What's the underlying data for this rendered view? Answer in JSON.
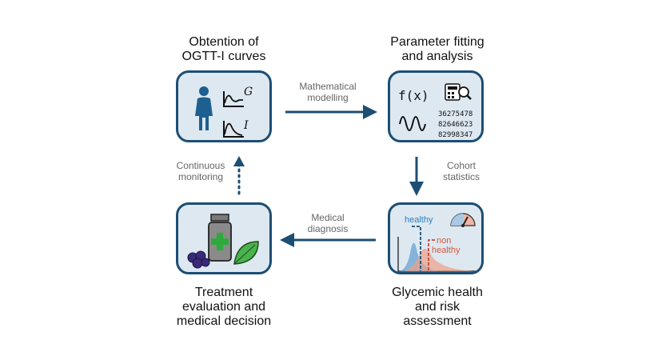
{
  "nodes": {
    "obtention": {
      "title_line1": "Obtention of",
      "title_line2": "OGTT-I curves",
      "chart_label_g": "G",
      "chart_label_i": "I"
    },
    "fitting": {
      "title_line1": "Parameter fitting",
      "title_line2": "and analysis",
      "function_label": "f(x)",
      "numbers": [
        "36275478",
        "82646623",
        "82998347"
      ]
    },
    "glycemic": {
      "title_line1": "Glycemic health",
      "title_line2": "and risk",
      "title_line3": "assessment",
      "healthy_label": "healthy",
      "non_label": "non",
      "healthy2_label": "healthy"
    },
    "treatment": {
      "title_line1": "Treatment",
      "title_line2": "evaluation and",
      "title_line3": "medical decision"
    }
  },
  "edges": {
    "mathematical": {
      "line1": "Mathematical",
      "line2": "modelling"
    },
    "cohort": {
      "line1": "Cohort",
      "line2": "statistics"
    },
    "medical": {
      "line1": "Medical",
      "line2": "diagnosis"
    },
    "continuous": {
      "line1": "Continuous",
      "line2": "monitoring"
    }
  },
  "colors": {
    "panel_border": "#1d4e74",
    "panel_fill": "#dde8f1",
    "arrow": "#1d4e74",
    "healthy": "#2f7fc1",
    "non_healthy": "#d8593b",
    "cross": "#2eaa3c"
  }
}
